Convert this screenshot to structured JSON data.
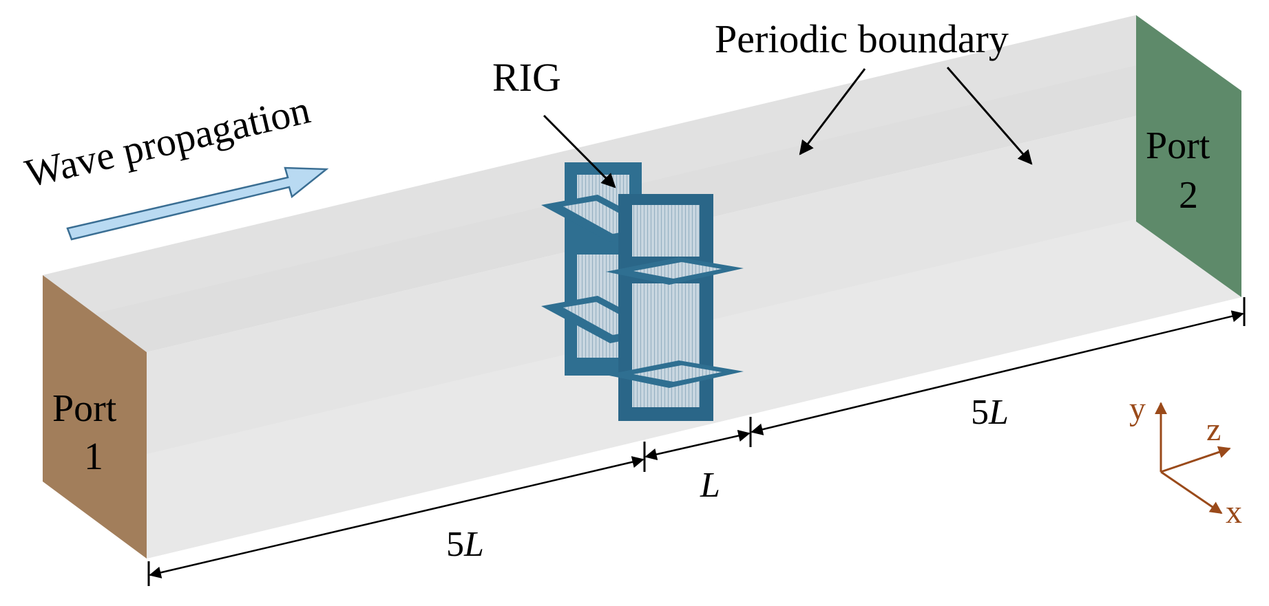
{
  "labels": {
    "wave": "Wave propagation",
    "rig": "RIG",
    "periodic": "Periodic boundary",
    "port1_line1": "Port",
    "port1_line2": "1",
    "port2_line1": "Port",
    "port2_line2": "2"
  },
  "dimensions": {
    "left_num": "5",
    "left_unit": "L",
    "mid_unit": "L",
    "right_num": "5",
    "right_unit": "L"
  },
  "axes": {
    "y": "y",
    "z": "z",
    "x": "x"
  },
  "colors": {
    "port1": "#a27e5b",
    "port2": "#5e8a6a",
    "box_top": "#dedede",
    "box_front": "#e3e3e3",
    "rig": "#2f6f91",
    "arrow_fill": "#b9daf2",
    "arrow_stroke": "#3a6e93",
    "axis": "#9a4a1a"
  },
  "icons": {
    "wave_arrow": "arrow-right-icon",
    "coordinate_triad": "xyz-axes-icon"
  }
}
